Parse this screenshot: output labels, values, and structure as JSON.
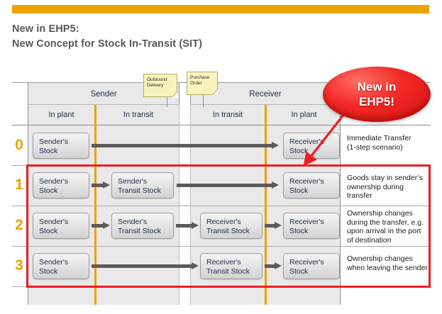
{
  "slide": {
    "title_lines": [
      "New in EHP5:",
      "New Concept for Stock In-Transit (SIT)"
    ],
    "accent_color": "#eda200",
    "highlight_color": "#ee1c25"
  },
  "callout": {
    "line1": "New in",
    "line2": "EHP5!",
    "color": "#ee1c25"
  },
  "notes": [
    {
      "id": "outbound-delivery",
      "line1": "Outbound",
      "line2": "Delivery"
    },
    {
      "id": "purchase-order",
      "line1": "Purchase",
      "line2": "Order"
    }
  ],
  "matrix": {
    "parties": [
      {
        "label": "Sender",
        "columns": [
          "In plant",
          "In transit"
        ]
      },
      {
        "label": "Receiver",
        "columns": [
          "In transit",
          "In plant"
        ]
      }
    ],
    "rows": [
      {
        "index": "0",
        "boxes": {
          "sender_plant": {
            "line1": "Sender's",
            "line2": "Stock"
          },
          "sender_transit": null,
          "receiver_transit": null,
          "receiver_plant": {
            "line1": "Receiver's",
            "line2": "Stock"
          }
        },
        "description_lines": [
          "Immediate Transfer",
          "(1-step scenario)"
        ]
      },
      {
        "index": "1",
        "boxes": {
          "sender_plant": {
            "line1": "Sender's",
            "line2": "Stock"
          },
          "sender_transit": {
            "line1": "Sender's",
            "line2": "Transit Stock"
          },
          "receiver_transit": null,
          "receiver_plant": {
            "line1": "Receiver's",
            "line2": "Stock"
          }
        },
        "description_lines": [
          "Goods stay in sender’s",
          "ownership during transfer"
        ]
      },
      {
        "index": "2",
        "boxes": {
          "sender_plant": {
            "line1": "Sender's",
            "line2": "Stock"
          },
          "sender_transit": {
            "line1": "Sender's",
            "line2": "Transit Stock"
          },
          "receiver_transit": {
            "line1": "Receiver's",
            "line2": "Transit Stock"
          },
          "receiver_plant": {
            "line1": "Receiver's",
            "line2": "Stock"
          }
        },
        "description_lines": [
          "Ownership changes",
          "during the transfer, e.g.",
          "upon arrival in the port",
          "of destination"
        ]
      },
      {
        "index": "3",
        "boxes": {
          "sender_plant": {
            "line1": "Sender's",
            "line2": "Stock"
          },
          "sender_transit": null,
          "receiver_transit": {
            "line1": "Receiver's",
            "line2": "Transit Stock"
          },
          "receiver_plant": {
            "line1": "Receiver's",
            "line2": "Stock"
          }
        },
        "description_lines": [
          "Ownership changes",
          "when leaving the sender"
        ]
      }
    ]
  }
}
